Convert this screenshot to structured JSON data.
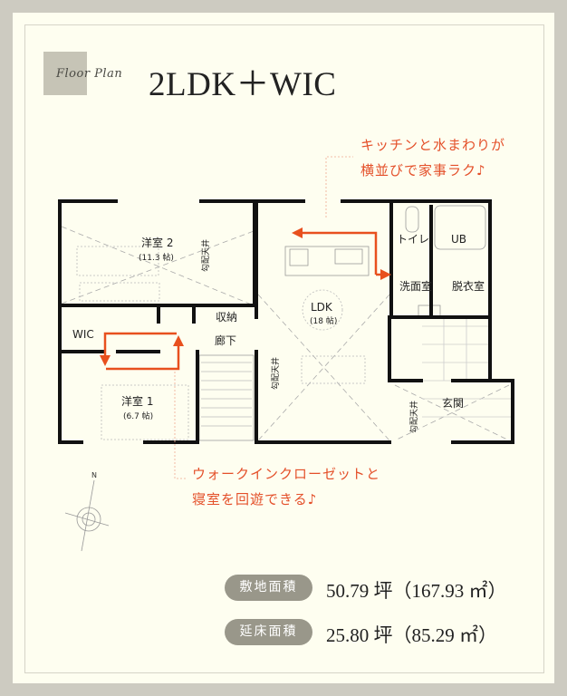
{
  "header": {
    "badge": "Floor Plan",
    "title": "2LDK＋WIC"
  },
  "notes": {
    "kitchen": [
      "キッチンと水まわりが",
      "横並びで家事ラク♪"
    ],
    "wic": [
      "ウォークインクローゼットと",
      "寝室を回遊できる♪"
    ]
  },
  "rooms": {
    "room2": "洋室 2",
    "room2_size": "(11.3 帖)",
    "room1": "洋室 1",
    "room1_size": "(6.7 帖)",
    "wic": "WIC",
    "storage": "収納",
    "hall": "廊下",
    "ldk": "LDK",
    "ldk_size": "(18 帖)",
    "toilet": "トイレ",
    "ub": "UB",
    "washroom": "洗面室",
    "dressing": "脱衣室",
    "entrance": "玄関",
    "sloped_ceiling": "勾配天井"
  },
  "compass": {
    "north": "N"
  },
  "areas": [
    {
      "label": "敷地面積",
      "value": "50.79 坪（167.93 ㎡）"
    },
    {
      "label": "延床面積",
      "value": "25.80 坪（85.29 ㎡）"
    }
  ],
  "colors": {
    "accent": "#e8501e",
    "pill": "#99978a",
    "background": "#fefef0"
  }
}
